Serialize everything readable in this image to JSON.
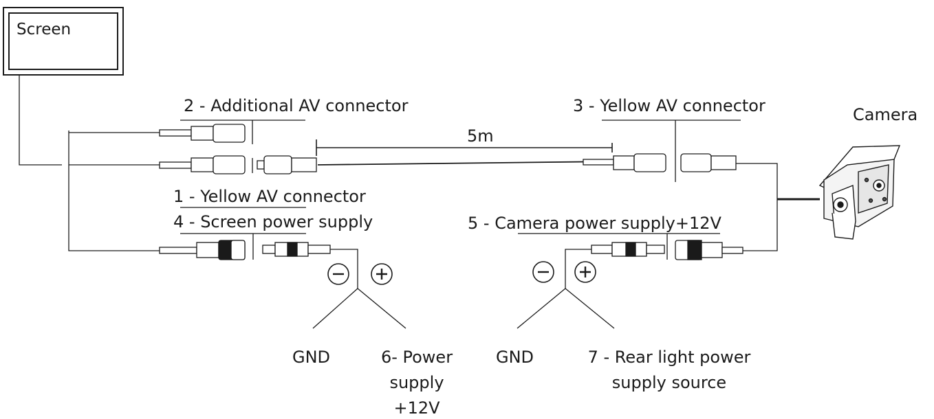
{
  "screen": {
    "label": "Screen"
  },
  "camera": {
    "label": "Camera"
  },
  "connectors": {
    "additional_av": "2 - Additional AV connector",
    "yellow_av_screen": "1 - Yellow AV connector",
    "screen_power": "4 - Screen power supply",
    "yellow_av_camera": "3 - Yellow AV connector",
    "camera_power": "5 - Camera power supply+12V"
  },
  "cable_length": "5m",
  "polarity": {
    "minus": "−",
    "plus": "+"
  },
  "terminals": {
    "gnd_left": "GND",
    "power_supply_lines": [
      "6- Power",
      "supply",
      "+12V"
    ],
    "gnd_right": "GND",
    "rear_light_lines": [
      "7 - Rear light power",
      "supply source"
    ]
  }
}
